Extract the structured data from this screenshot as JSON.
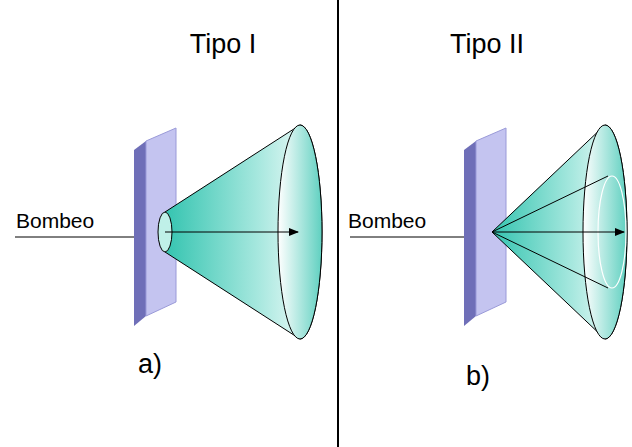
{
  "diagram": {
    "labels": [
      "Tipo I",
      "Tipo II",
      "Bombeo",
      "Bombeo",
      "a)",
      "b)"
    ]
  }
}
